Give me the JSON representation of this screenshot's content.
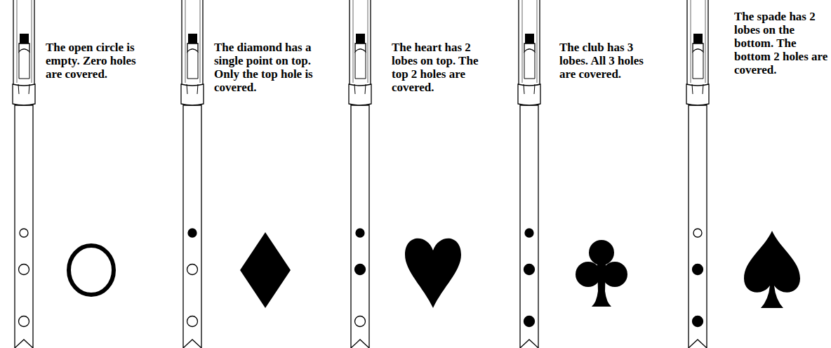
{
  "diagram": {
    "labels": [
      "The open circle is empty. Zero holes are covered.",
      "The diamond has a single point on top. Only the top hole is covered.",
      "The heart has 2 lobes on top. The top 2 holes are covered.",
      "The club has 3 lobes. All 3 holes are covered.",
      "The spade has 2 lobes on the bottom. The bottom 2 holes are covered."
    ]
  }
}
